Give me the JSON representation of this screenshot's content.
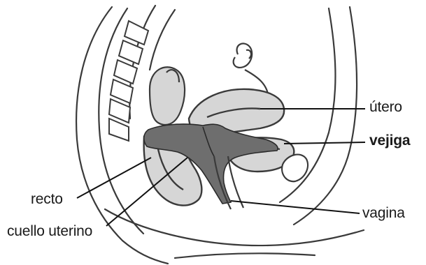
{
  "labels": {
    "utero": "útero",
    "vejiga": "vejiga",
    "recto": "recto",
    "cuello_uterino": "cuello uterino",
    "vagina": "vagina"
  },
  "colors": {
    "outline": "#3a3a3a",
    "organ_fill": "#d6d6d6",
    "dark_fill": "#6e6e6e",
    "leader": "#111111",
    "background": "#ffffff"
  }
}
